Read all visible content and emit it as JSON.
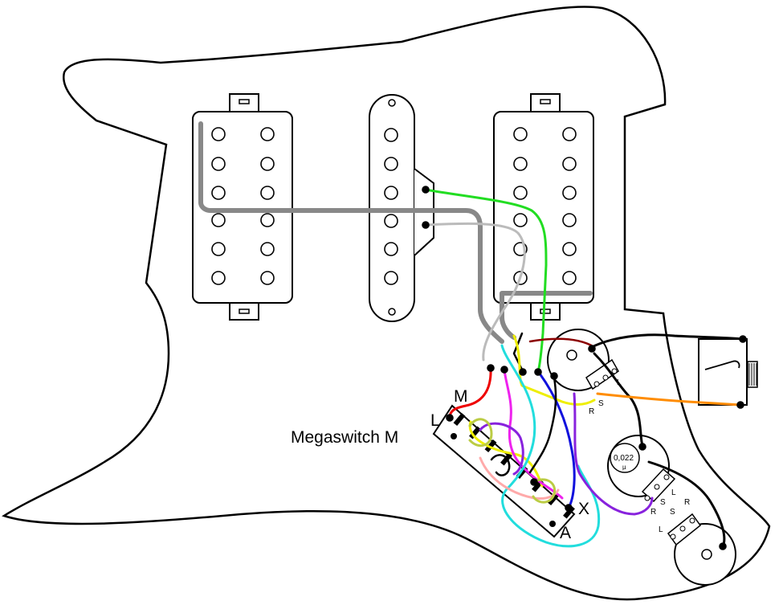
{
  "diagram": {
    "switch_label": "Megaswitch M",
    "switch_terminals": {
      "m": "M",
      "l": "L",
      "x": "X",
      "a": "A"
    },
    "pot_terminals": {
      "l": "L",
      "s": "S",
      "r": "R"
    },
    "capacitor_value": "0,022",
    "capacitor_unit": "µ"
  }
}
